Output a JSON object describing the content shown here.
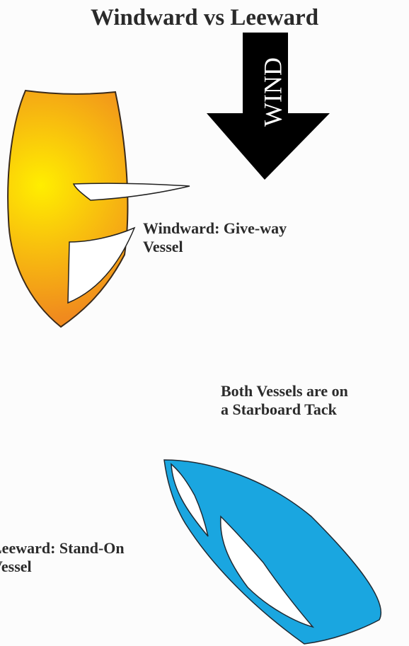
{
  "title": "Windward vs Leeward",
  "wind": {
    "label": "WIND",
    "arrow_icon": "down-arrow-icon",
    "arrow_color": "#000000",
    "label_color": "#ffffff"
  },
  "windward": {
    "label_lines": [
      "Windward: Give-way",
      "Vessel"
    ],
    "hull_colors": [
      "#ffee00",
      "#f08a1e"
    ],
    "sail_color": "#ffffff"
  },
  "leeward": {
    "label_lines": [
      "Leeward: Stand-On",
      "Vessel"
    ],
    "hull_color": "#1aa6e0",
    "sail_color": "#ffffff"
  },
  "note": {
    "lines": [
      "Both Vessels are on",
      "a Starboard Tack"
    ]
  }
}
